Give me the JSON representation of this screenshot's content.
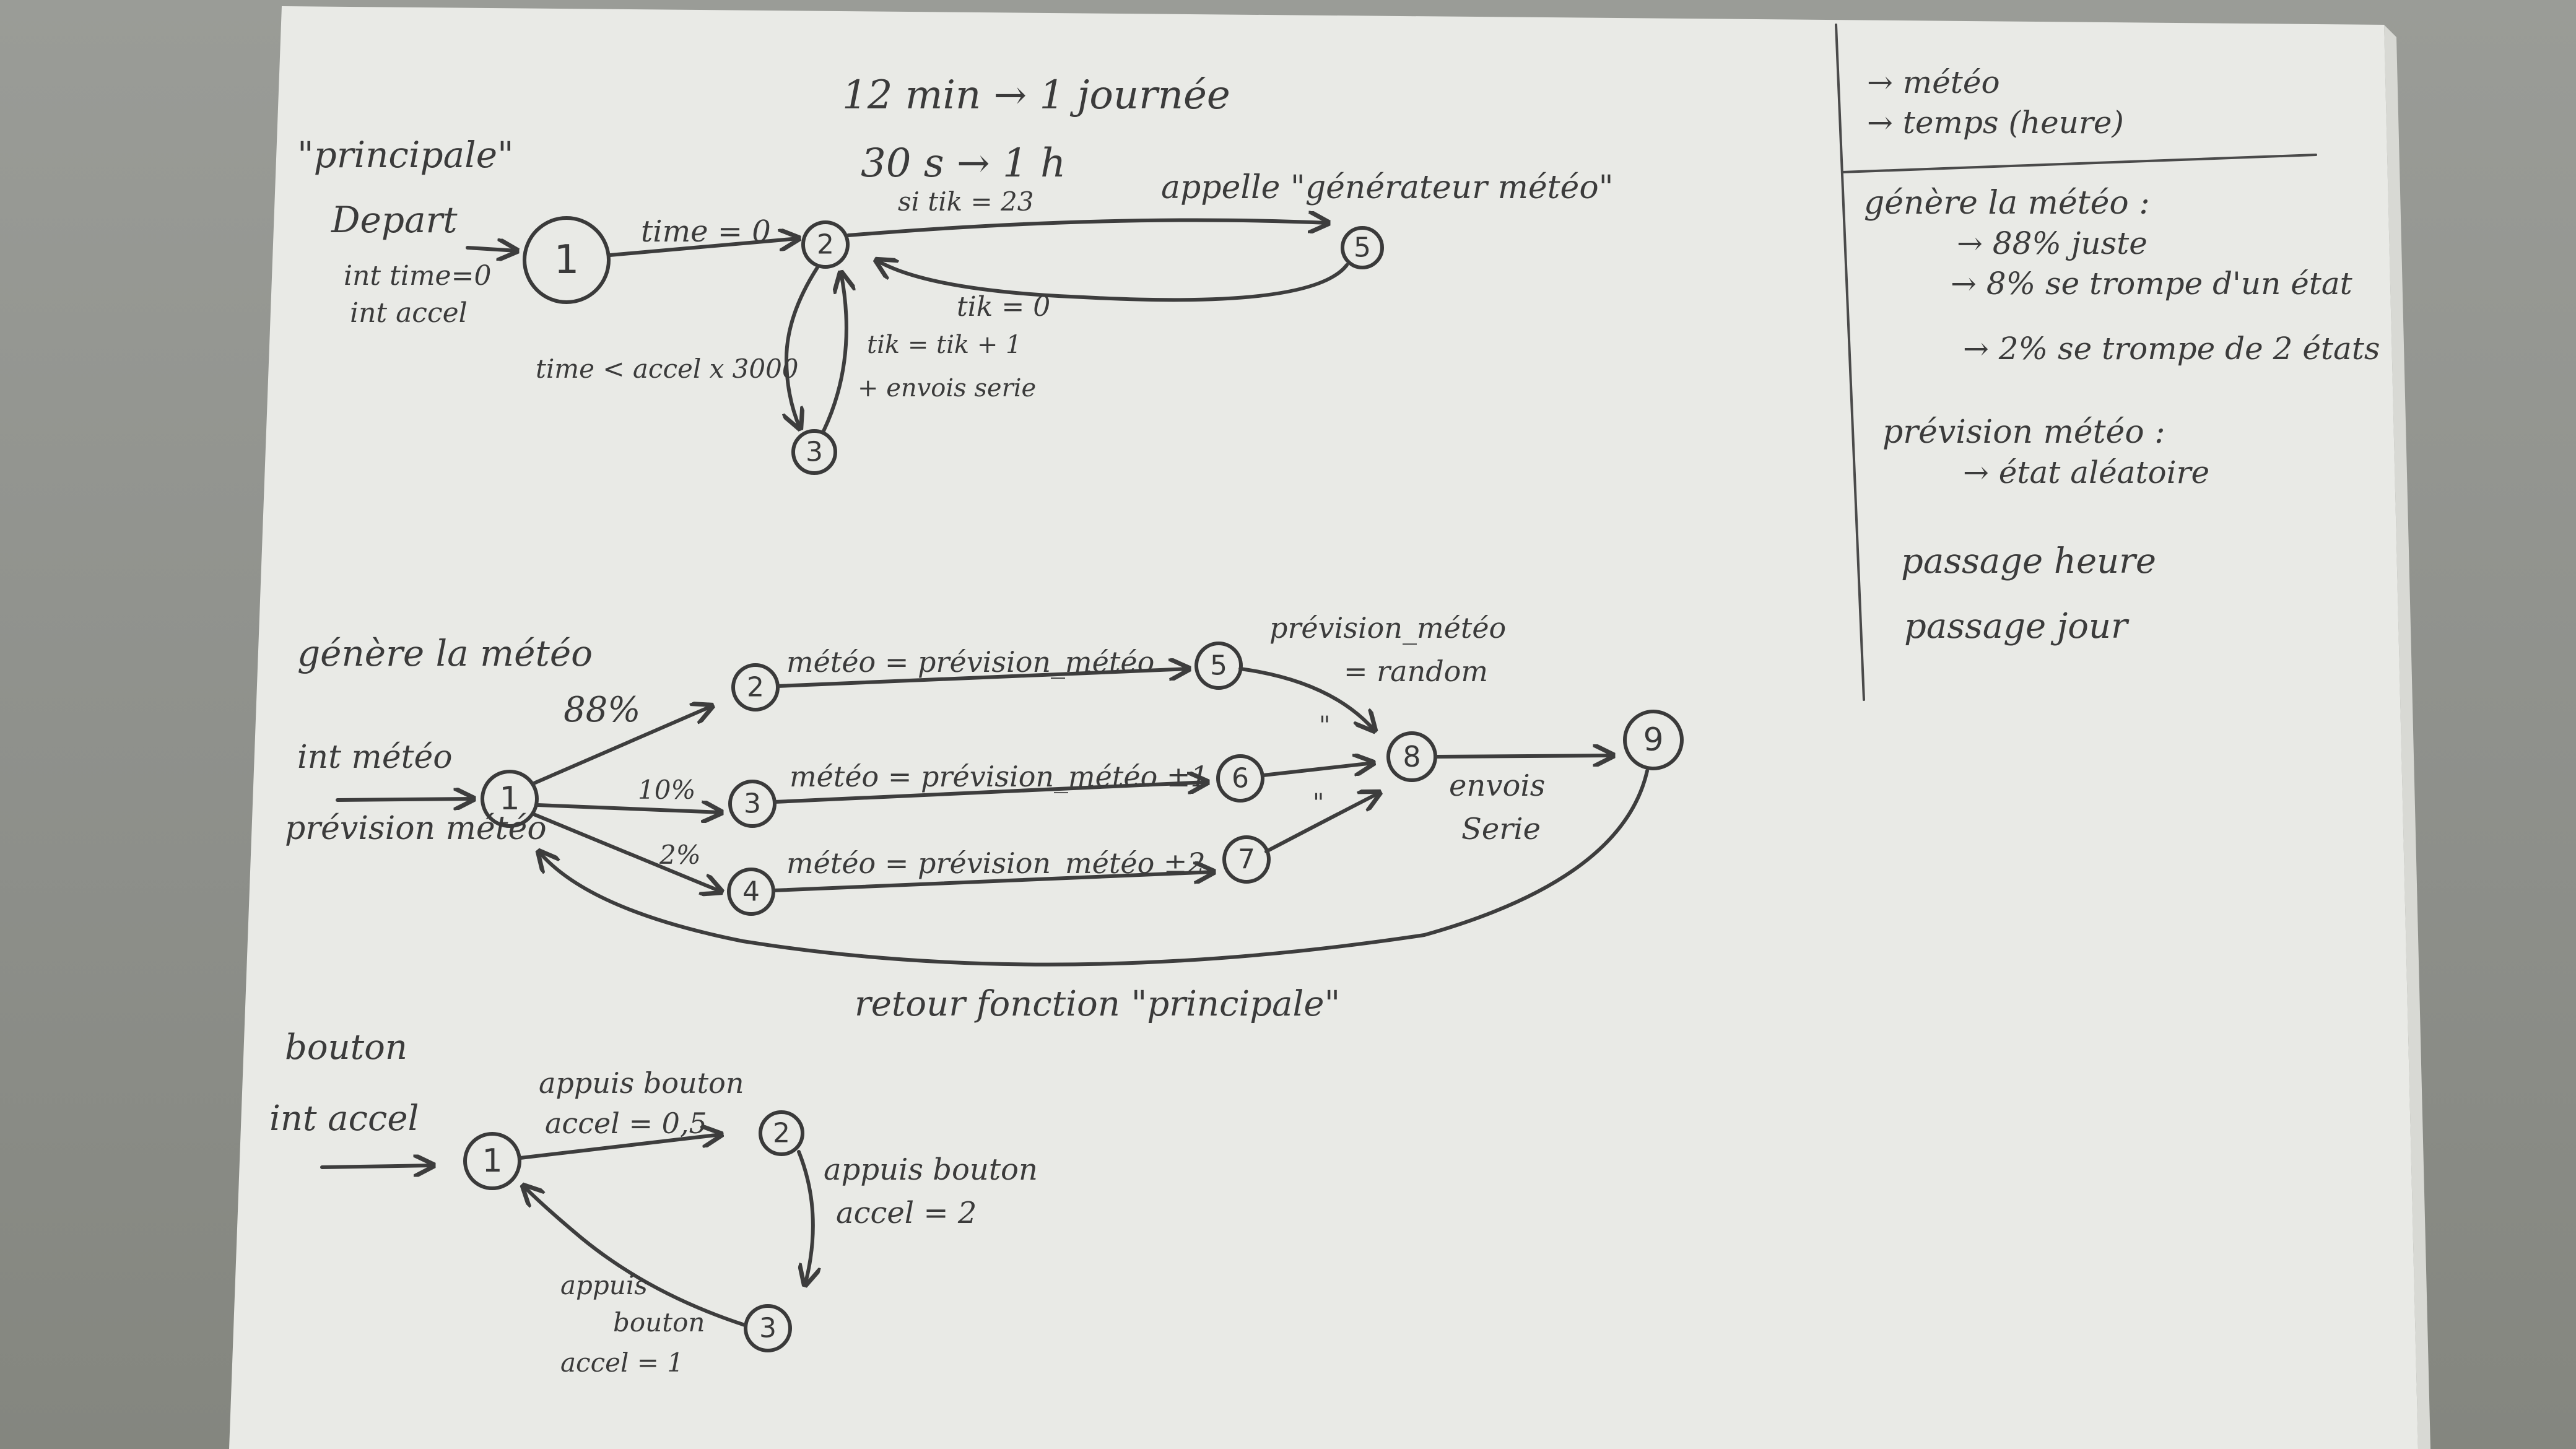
{
  "header": {
    "line1": "12 min → 1 journée",
    "line2": "30 s → 1 h"
  },
  "sidebar": {
    "items": [
      "→ météo",
      "→ temps (heure)"
    ],
    "generates_title": "génère la météo :",
    "generates_items": [
      "→ 88% juste",
      "→ 8% se trompe d'un état",
      "→ 2% se trompe de 2 états"
    ],
    "forecast_title": "prévision météo :",
    "forecast_item": "→ état aléatoire",
    "extra1": "passage heure",
    "extra2": "passage jour"
  },
  "main_fsm": {
    "title": "\"principale\"",
    "start": "Depart",
    "vars": [
      "int time=0",
      "int accel"
    ],
    "edge_1_2": "time = 0",
    "edge_2_5_cond": "si tik = 23",
    "edge_2_5_action": "appelle \"générateur météo\"",
    "edge_5_2": "tik = 0",
    "edge_2_3": "time < accel x 3000",
    "edge_3_2": [
      "tik = tik + 1",
      "+ envois serie"
    ],
    "nodes": [
      "1",
      "2",
      "3",
      "5"
    ]
  },
  "meteo_fsm": {
    "title": "génère la météo",
    "vars": [
      "int météo",
      "prévision météo"
    ],
    "p1": "88%",
    "p2": "10%",
    "p3": "2%",
    "edge_2_5": "météo = prévision_météo",
    "edge_3_6": "météo = prévision_météo ±1",
    "edge_4_7": "météo = prévision_météo ±2",
    "edge_5_8": [
      "prévision_météo",
      "= random"
    ],
    "ditto1": "\"",
    "ditto2": "\"",
    "edge_8_9": [
      "envois",
      "Serie"
    ],
    "return_label": "retour fonction \"principale\"",
    "nodes": [
      "1",
      "2",
      "3",
      "4",
      "5",
      "6",
      "7",
      "8",
      "9"
    ]
  },
  "button_fsm": {
    "title": "bouton",
    "var": "int accel",
    "edge_1_2": [
      "appuis bouton",
      "accel = 0,5"
    ],
    "edge_2_3": [
      "appuis bouton",
      "accel = 2"
    ],
    "edge_3_1": [
      "appuis",
      "bouton",
      "accel = 1"
    ],
    "nodes": [
      "1",
      "2",
      "3"
    ]
  }
}
